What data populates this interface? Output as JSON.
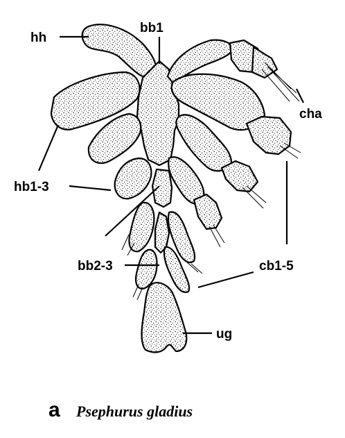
{
  "labels": {
    "hh": "hh",
    "bb1": "bb1",
    "cha": "cha",
    "hb1_3": "hb1-3",
    "bb2_3": "bb2-3",
    "cb1_5": "cb1-5",
    "ug": "ug"
  },
  "caption": {
    "panel": "a",
    "species": "Psephurus gladius"
  }
}
